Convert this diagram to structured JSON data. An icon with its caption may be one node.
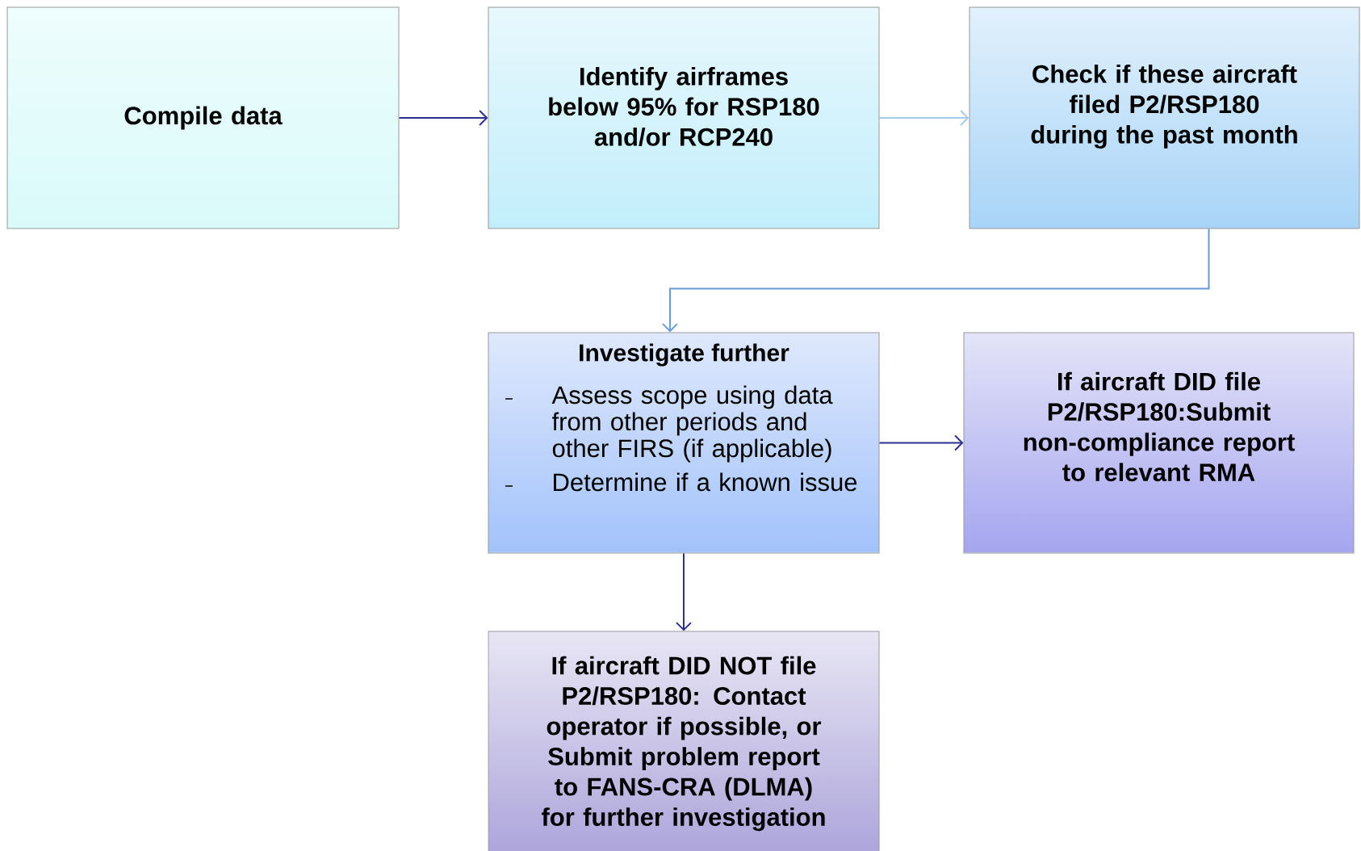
{
  "diagram": {
    "nodes": [
      {
        "text": [
          "Compile data"
        ]
      },
      {
        "text": [
          "Identify airframes below 95% for RSP180 and/or RCP240"
        ]
      },
      {
        "text": [
          "Check if these aircraft filed P2/RSP180 during the past month"
        ]
      },
      {
        "text": [
          "Investigate further",
          "Assess scope using data from other periods and other FIRS (if applicable)",
          "Determine if a known issue"
        ]
      },
      {
        "text": [
          "If aircraft DID file P2/RSP180:Submit non-compliance report to relevant RMA"
        ]
      },
      {
        "text": [
          "If aircraft DID NOT file P2/RSP180: Contact operator if possible, or Submit problem report to FANS-CRA (DLMA) for further investigation"
        ]
      }
    ],
    "edges": [
      {
        "from": 0,
        "to": 1,
        "arrow": "to"
      },
      {
        "from": 1,
        "to": 2,
        "arrow": "to",
        "color": "#a6cbe8"
      },
      {
        "from": 2,
        "to": 3,
        "arrow": "to",
        "color": "#6a9bd5"
      },
      {
        "from": 3,
        "to": 4,
        "arrow": "to"
      },
      {
        "from": 3,
        "to": 5,
        "arrow": "to"
      }
    ]
  }
}
